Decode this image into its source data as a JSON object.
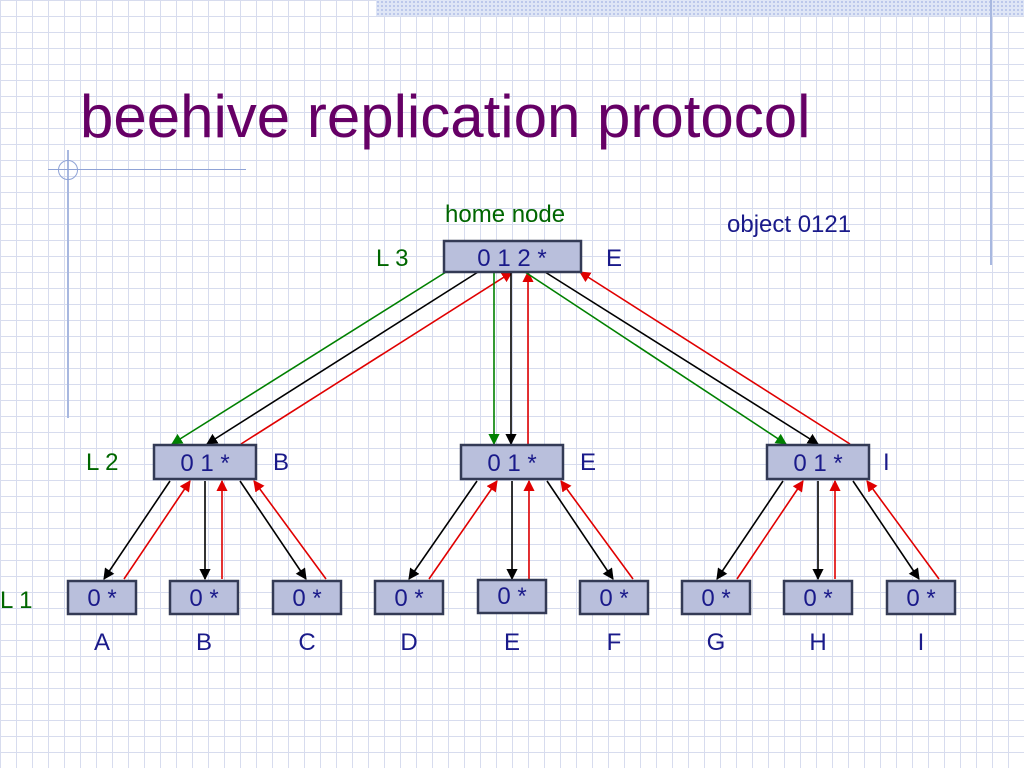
{
  "title": "beehive replication protocol",
  "home_label": "home node",
  "object_label": "object 0121",
  "levels": {
    "l3": "L 3",
    "l2": "L 2",
    "l1": "L 1"
  },
  "colors": {
    "title": "#660066",
    "text": "#1a1a8a",
    "level": "#006600",
    "black_arrow": "#000000",
    "red_arrow": "#e00000",
    "green_arrow": "#008000"
  },
  "nodes": {
    "root": {
      "text": "0 1 2 *",
      "name": "E"
    },
    "l2": [
      {
        "text": "0 1 *",
        "name": "B"
      },
      {
        "text": "0 1 *",
        "name": "E"
      },
      {
        "text": "0 1 *",
        "name": "I"
      }
    ],
    "l1": [
      {
        "text": "0 *",
        "name": "A"
      },
      {
        "text": "0 *",
        "name": "B"
      },
      {
        "text": "0 *",
        "name": "C"
      },
      {
        "text": "0 *",
        "name": "D"
      },
      {
        "text": "0 *",
        "name": "E"
      },
      {
        "text": "0 *",
        "name": "F"
      },
      {
        "text": "0 *",
        "name": "G"
      },
      {
        "text": "0 *",
        "name": "H"
      },
      {
        "text": "0 *",
        "name": "I"
      }
    ]
  }
}
